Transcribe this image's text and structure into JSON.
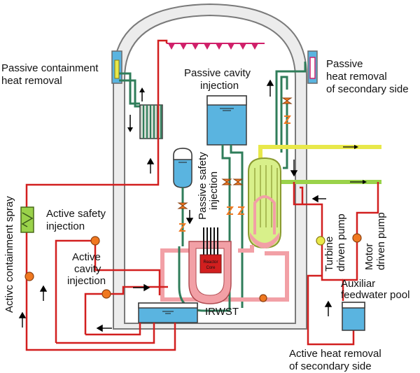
{
  "colors": {
    "containment_outline": "#7a7a7a",
    "containment_fill": "#e9e9e9",
    "water": "#5ab4e0",
    "red_pipe": "#d21f1f",
    "green_pipe": "#2f7d5a",
    "pink_pipe": "#f2a0a6",
    "yellow_pipe": "#e8e84a",
    "lime_pipe": "#9ad24a",
    "steam_generator": "#d8f08a",
    "valve_orange": "#f07820",
    "spray_magenta": "#d0206a"
  },
  "labels": {
    "passive_containment_heat_removal": [
      "Passive containment",
      "heat removal"
    ],
    "passive_cavity_injection": [
      "Passive cavity",
      "injection"
    ],
    "passive_heat_removal_secondary": [
      "Passive",
      "heat removal",
      "of secondary side"
    ],
    "passive_safety_injection": [
      "Passive safety",
      "injection"
    ],
    "active_safety_injection": [
      "Active safety",
      "injection"
    ],
    "active_cavity_injection": [
      "Active",
      "cavity",
      "injection"
    ],
    "active_containment_spray": "Activc containment spray",
    "turbine_driven_pump": [
      "Turbine",
      "driven pump"
    ],
    "motor_driven_pump": [
      "Motor",
      "driven pump"
    ],
    "auxiliar_feedwater_pool": [
      "Auxiliar",
      "feedwater pool"
    ],
    "irwst": "IRWST",
    "active_heat_removal_secondary": [
      "Active heat removal",
      "of secondary side"
    ],
    "reactor_core": [
      "Reactor",
      "Core"
    ]
  }
}
